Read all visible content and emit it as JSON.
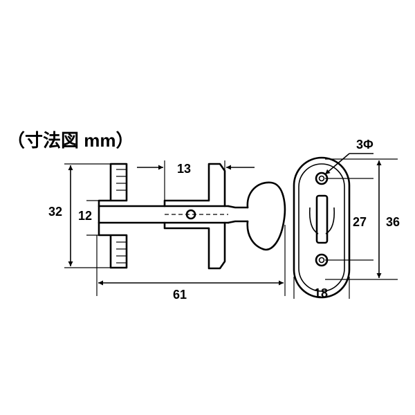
{
  "title": "（寸法図 mm）",
  "dimensions": {
    "flange_height": "32",
    "shaft_diameter": "12",
    "bracket_width": "13",
    "total_length": "61",
    "hole_diameter": "3Φ",
    "hole_pitch": "27",
    "plate_height": "36",
    "plate_width": "18"
  }
}
